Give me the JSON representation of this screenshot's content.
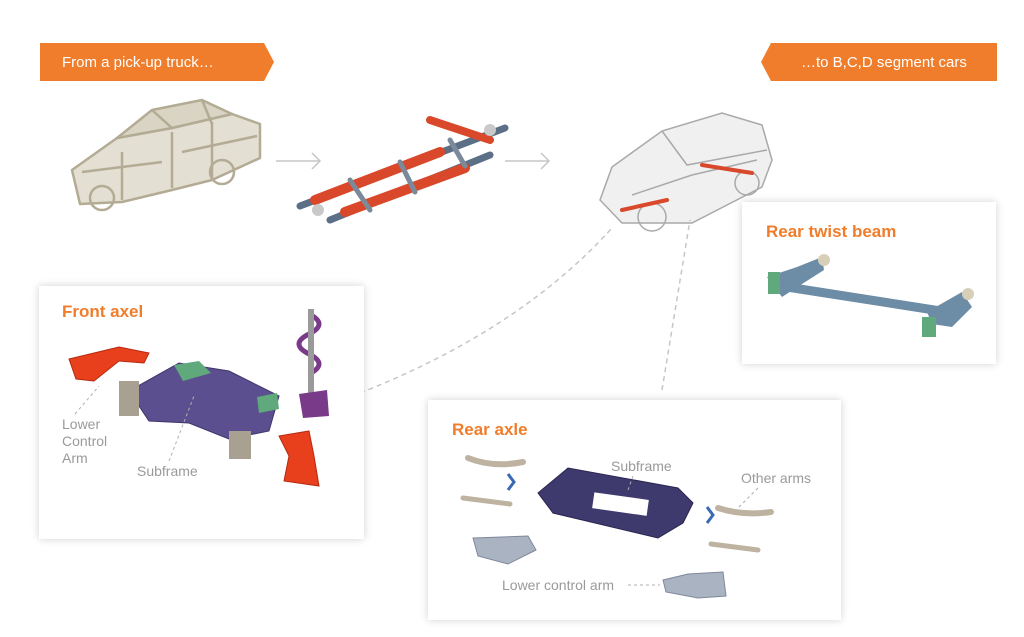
{
  "banners": {
    "left": "From a pick-up truck…",
    "right": "…to B,C,D segment cars"
  },
  "cards": {
    "front_axel": {
      "title": "Front axel",
      "labels": {
        "lower_control_arm": [
          "Lower",
          "Control",
          "Arm"
        ],
        "subframe": "Subframe"
      }
    },
    "rear_twist_beam": {
      "title": "Rear twist beam"
    },
    "rear_axle": {
      "title": "Rear axle",
      "labels": {
        "subframe": "Subframe",
        "other_arms": "Other arms",
        "lower_control_arm": "Lower control arm"
      }
    }
  },
  "colors": {
    "accent": "#f07d2b",
    "label": "#9a9a9a",
    "subframe": "#5b4f8f",
    "control_arm": "#e8401c",
    "frame_red": "#d9482a",
    "frame_blue": "#5b6f87",
    "beam": "#6d8ca5"
  }
}
